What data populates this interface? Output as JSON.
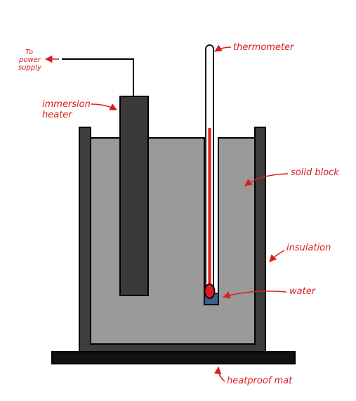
{
  "diagram": {
    "labels": {
      "power_line1": "To",
      "power_line2": "power",
      "power_line3": "supply",
      "heater_line1": "immersion",
      "heater_line2": "heater",
      "thermometer": "thermometer",
      "solid_block": "solid block",
      "insulation": "insulation",
      "water": "water",
      "heatproof_mat": "heatproof mat"
    },
    "colors": {
      "label": "#d81e1e",
      "insulation": "#3d3d3d",
      "block": "#9a9a9a",
      "heater": "#3a3a3a",
      "mat": "#111111",
      "mercury": "#e01b1b",
      "water": "#3a5f8a"
    }
  }
}
